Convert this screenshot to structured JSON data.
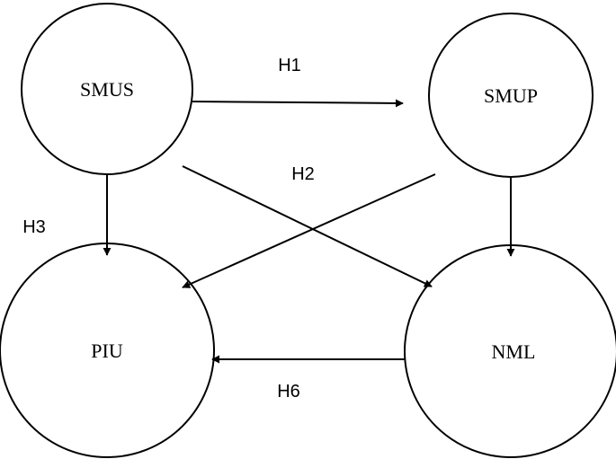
{
  "nodes": {
    "smus": "SMUS",
    "smup": "SMUP",
    "piu": "PIU",
    "nml": "NML"
  },
  "edge_labels": {
    "h1": "H1",
    "h2": "H2",
    "h3": "H3",
    "h6": "H6"
  }
}
